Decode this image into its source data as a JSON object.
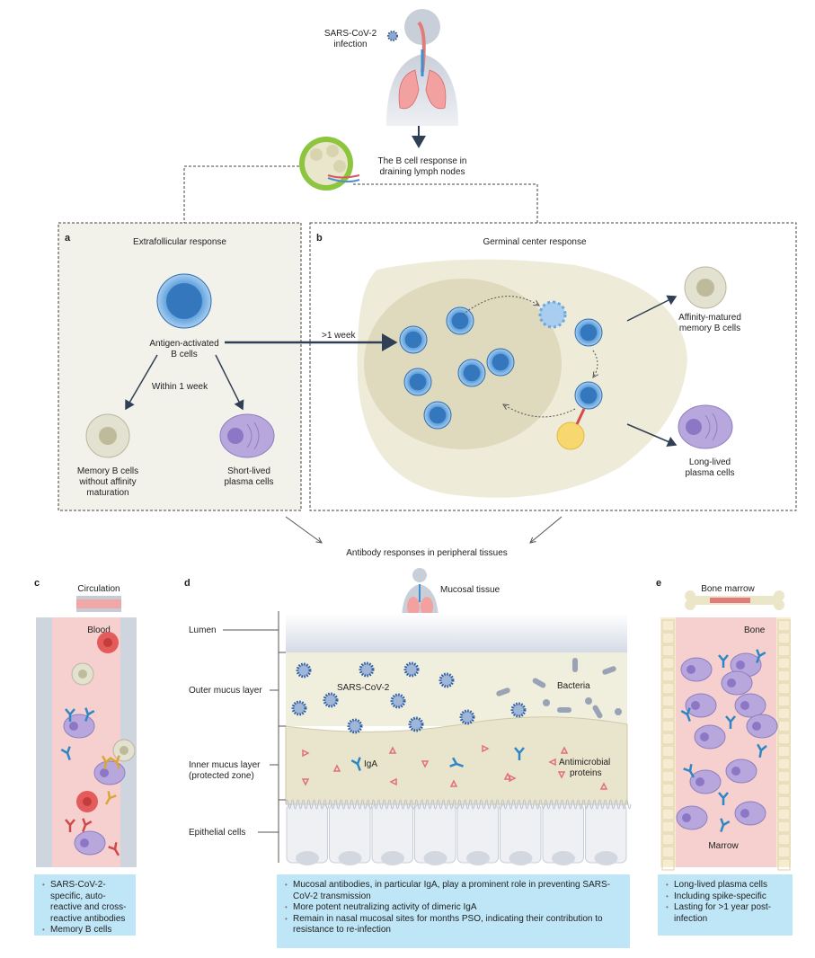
{
  "top": {
    "infection_label": [
      "SARS-CoV-2",
      "infection"
    ],
    "lymph_label": [
      "The B cell response in",
      "draining lymph nodes"
    ]
  },
  "panel_a": {
    "letter": "a",
    "title": "Extrafollicular response",
    "activated_label": [
      "Antigen-activated",
      "B cells"
    ],
    "time_label": "Within 1 week",
    "memory_label": [
      "Memory B cells",
      "without affinity",
      "maturation"
    ],
    "plasma_label": [
      "Short-lived",
      "plasma cells"
    ]
  },
  "transition_label": ">1 week",
  "panel_b": {
    "letter": "b",
    "title": "Germinal center response",
    "memory_label": [
      "Affinity-matured",
      "memory B cells"
    ],
    "plasma_label": [
      "Long-lived",
      "plasma cells"
    ]
  },
  "peripheral_label": "Antibody responses in peripheral tissues",
  "panel_c": {
    "letter": "c",
    "header": "Circulation",
    "region": "Blood",
    "info": [
      "SARS-CoV-2-specific, auto-reactive and cross-reactive antibodies",
      "Memory B cells"
    ]
  },
  "panel_d": {
    "letter": "d",
    "header": "Mucosal tissue",
    "layers": [
      "Lumen",
      "Outer mucus layer",
      "Inner mucus layer",
      "(protected zone)",
      "Epithelial cells"
    ],
    "virus_label": "SARS-CoV-2",
    "bacteria_label": "Bacteria",
    "iga_label": "IgA",
    "amp_label": [
      "Antimicrobial",
      "proteins"
    ],
    "info": [
      "Mucosal antibodies, in particular IgA, play a prominent role in preventing SARS-CoV-2 transmission",
      "More potent neutralizing activity of dimeric IgA",
      "Remain in nasal mucosal sites for months PSO, indicating their contribution to resistance to re-infection"
    ]
  },
  "panel_e": {
    "letter": "e",
    "header": "Bone marrow",
    "bone_label": "Bone",
    "marrow_label": "Marrow",
    "info": [
      "Long-lived plasma cells",
      "Including spike-specific",
      "Lasting for >1 year post-infection"
    ]
  },
  "colors": {
    "b_cell": "#5b9fd8",
    "plasma_cell": "#b7a7dc",
    "memory_cell": "#e3e1cf",
    "germinal_outer": "#efebd9",
    "germinal_inner": "#dfd9bd",
    "antibody": "#2f86c4",
    "amp": "#e0707a",
    "blood": "#f6cfcf",
    "info_box": "#bfe6f7"
  }
}
